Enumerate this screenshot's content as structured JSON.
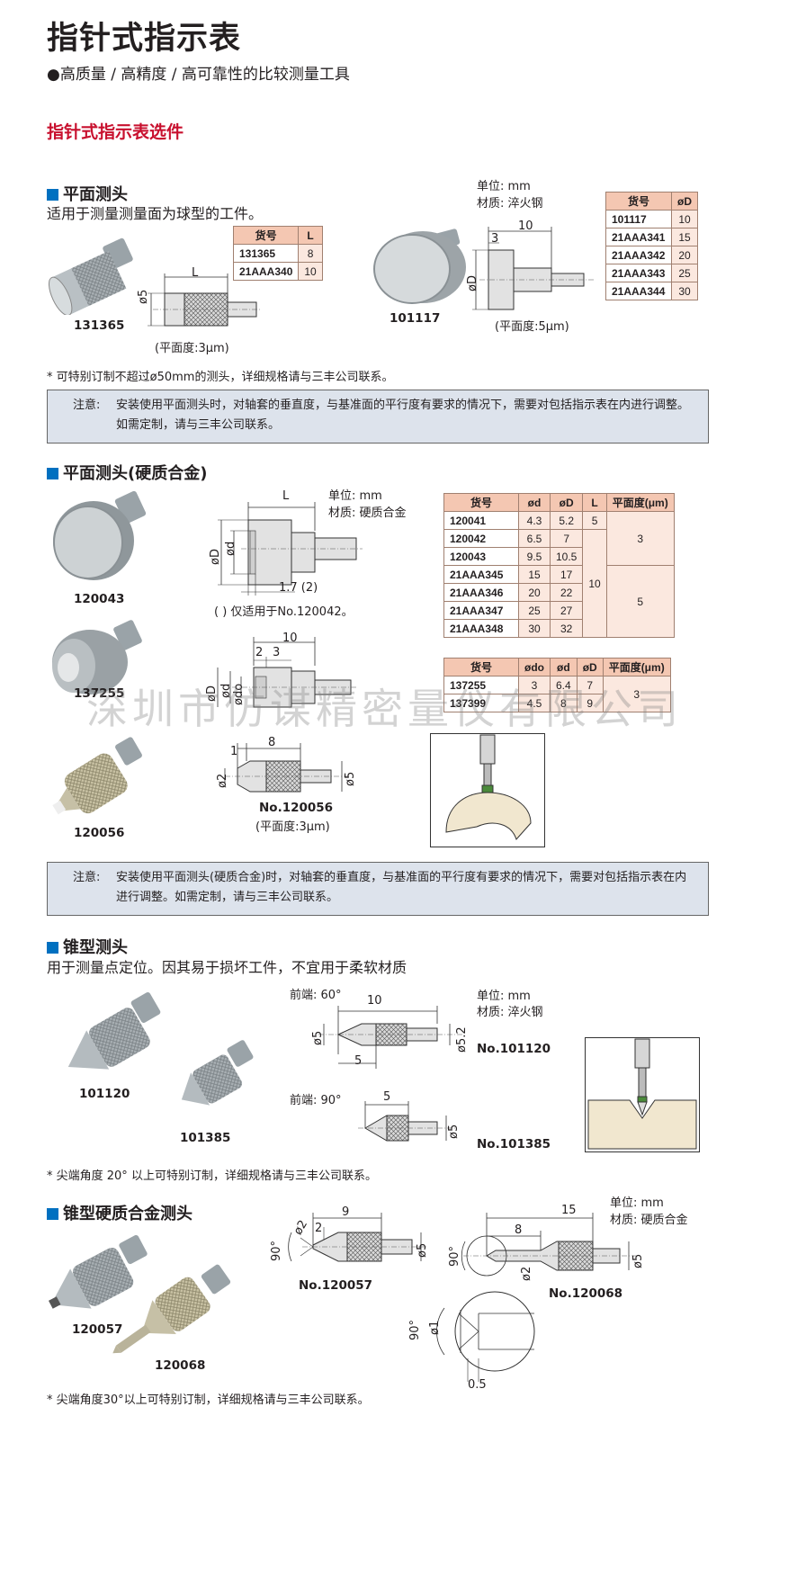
{
  "header": {
    "title": "指针式指示表",
    "subtitle": "●高质量 / 高精度 / 高可靠性的比较测量工具",
    "section_title": "指针式指示表选件"
  },
  "flat": {
    "heading": "平面测头",
    "desc": "适用于测量测量面为球型的工件。",
    "unit": "单位: mm",
    "material": "材质: 淬火钢",
    "img1_label": "131365",
    "img2_label": "101117",
    "flatness_a": "(平面度:3μm)",
    "flatness_b": "(平面度:5μm)",
    "dim_L": "L",
    "dim_d5": "ø5",
    "dim_10": "10",
    "dim_3": "3",
    "dim_D": "øD",
    "table1": {
      "headers": [
        "货号",
        "L"
      ],
      "rows": [
        [
          "131365",
          "8"
        ],
        [
          "21AAA340",
          "10"
        ]
      ]
    },
    "table2": {
      "headers": [
        "货号",
        "øD"
      ],
      "rows": [
        [
          "101117",
          "10"
        ],
        [
          "21AAA341",
          "15"
        ],
        [
          "21AAA342",
          "20"
        ],
        [
          "21AAA343",
          "25"
        ],
        [
          "21AAA344",
          "30"
        ]
      ]
    },
    "footnote": "* 可特别订制不超过ø50mm的测头，详细规格请与三丰公司联系。",
    "note_label": "注意:",
    "note_text": "安装使用平面测头时，对轴套的垂直度，与基准面的平行度有要求的情况下，需要对包括指示表在内进行调整。如需定制，请与三丰公司联系。"
  },
  "carbide": {
    "heading": "平面测头(硬质合金)",
    "unit": "单位: mm",
    "material": "材质: 硬质合金",
    "img1_label": "120043",
    "img2_label": "137255",
    "img3_label": "120056",
    "dim_L": "L",
    "dim_D": "øD",
    "dim_d": "ød",
    "dim_17": "1.7 (2)",
    "only_note": "( ) 仅适用于No.120042。",
    "dim_10": "10",
    "dim_2": "2",
    "dim_3": "3",
    "dim_do": "ødo",
    "dim_1": "1",
    "dim_8": "8",
    "dim_o2": "ø2",
    "dim_o5": "ø5",
    "model_120056": "No.120056",
    "flatness": "(平面度:3μm)",
    "table1": {
      "headers": [
        "货号",
        "ød",
        "øD",
        "L",
        "平面度(μm)"
      ],
      "rows": [
        [
          "120041",
          "4.3",
          "5.2"
        ],
        [
          "120042",
          "6.5",
          "7"
        ],
        [
          "120043",
          "9.5",
          "10.5"
        ],
        [
          "21AAA345",
          "15",
          "17"
        ],
        [
          "21AAA346",
          "20",
          "22"
        ],
        [
          "21AAA347",
          "25",
          "27"
        ],
        [
          "21AAA348",
          "30",
          "32"
        ]
      ],
      "L_first": "5",
      "L_rest": "10",
      "flat_a": "3",
      "flat_b": "5"
    },
    "table2": {
      "headers": [
        "货号",
        "ødo",
        "ød",
        "øD",
        "平面度(μm)"
      ],
      "rows": [
        [
          "137255",
          "3",
          "6.4",
          "7"
        ],
        [
          "137399",
          "4.5",
          "8",
          "9"
        ]
      ],
      "flat": "3"
    },
    "note_label": "注意:",
    "note_text": "安装使用平面测头(硬质合金)时，对轴套的垂直度，与基准面的平行度有要求的情况下，需要对包括指示表在内进行调整。如需定制，请与三丰公司联系。"
  },
  "watermark": "深圳市仿谋精密量仪有限公司",
  "cone": {
    "heading": "锥型测头",
    "desc": "用于测量点定位。因其易于损坏工件，不宜用于柔软材质",
    "tip60": "前端: 60°",
    "tip90": "前端: 90°",
    "unit": "单位: mm",
    "material": "材质: 淬火钢",
    "img1_label": "101120",
    "img2_label": "101385",
    "dim_10": "10",
    "dim_5": "5",
    "dim_o5": "ø5",
    "dim_o52": "ø5.2",
    "model1": "No.101120",
    "model2": "No.101385",
    "footnote": "* 尖端角度 20° 以上可特别订制，详细规格请与三丰公司联系。"
  },
  "conecarbide": {
    "heading": "锥型硬质合金测头",
    "unit": "单位: mm",
    "material": "材质: 硬质合金",
    "img1_label": "120057",
    "img2_label": "120068",
    "dim_9": "9",
    "dim_2": "2",
    "dim_o2": "ø2",
    "dim_90": "90°",
    "dim_o5": "ø5",
    "dim_15": "15",
    "dim_8": "8",
    "dim_o1": "ø1",
    "dim_05": "0.5",
    "model1": "No.120057",
    "model2": "No.120068",
    "footnote": "* 尖端角度30°以上可特别订制，详细规格请与三丰公司联系。"
  }
}
